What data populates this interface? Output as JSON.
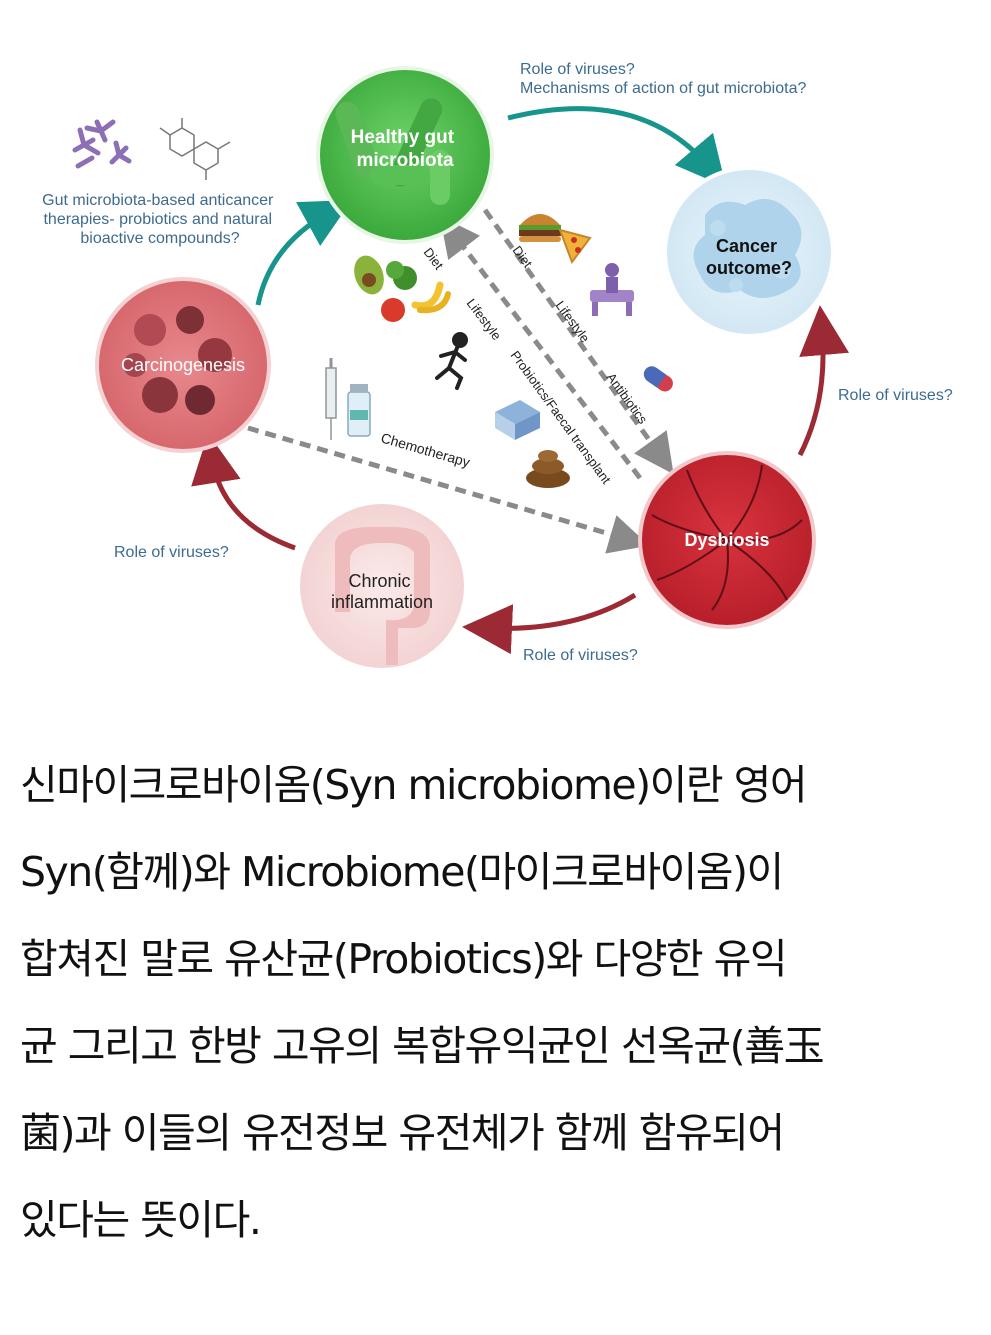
{
  "diagram": {
    "nodes": {
      "healthy": [
        "Healthy gut",
        "microbiota"
      ],
      "cancer": [
        "Cancer",
        "outcome?"
      ],
      "carcinogenesis": "Carcinogenesis",
      "chronic": [
        "Chronic",
        "inflammation"
      ],
      "dysbiosis": "Dysbiosis"
    },
    "questions": {
      "top": [
        "Role of viruses?",
        "Mechanisms of action of gut microbiota?"
      ],
      "therapies": [
        "Gut microbiota-based anticancer",
        "therapies- probiotics and natural",
        "bioactive compounds?"
      ],
      "right": "Role of viruses?",
      "left": "Role of viruses?",
      "bottom": "Role of viruses?"
    },
    "path_labels": {
      "diet_left": "Diet",
      "lifestyle_left": "Lifestyle",
      "diet_right": "Diet",
      "lifestyle_right": "Lifestyle",
      "antibiotics": "Antibiotics",
      "probiotics": "Probiotics/Faecal transplant",
      "chemotherapy": "Chemotherapy"
    },
    "colors": {
      "teal": "#17948c",
      "crimson": "#9b2a35",
      "green": "#4cc14a",
      "red": "#c92a36",
      "question": "#3d6b8f"
    },
    "icons": [
      "antibody-icon",
      "molecule-icon",
      "vegetables-icon",
      "runner-icon",
      "syringe-icon",
      "vial-icon",
      "burger-icon",
      "pizza-icon",
      "couch-person-icon",
      "capsule-icon",
      "probiotic-box-icon",
      "stool-icon"
    ]
  },
  "caption": {
    "lines": [
      "신마이크로바이옴(Syn microbiome)이란 영어",
      "Syn(함께)와 Microbiome(마이크로바이옴)이",
      "합쳐진 말로 유산균(Probiotics)와 다양한 유익",
      "균 그리고 한방 고유의 복합유익균인 선옥균(善玉",
      "菌)과 이들의 유전정보 유전체가 함께 함유되어",
      "있다는 뜻이다."
    ]
  }
}
